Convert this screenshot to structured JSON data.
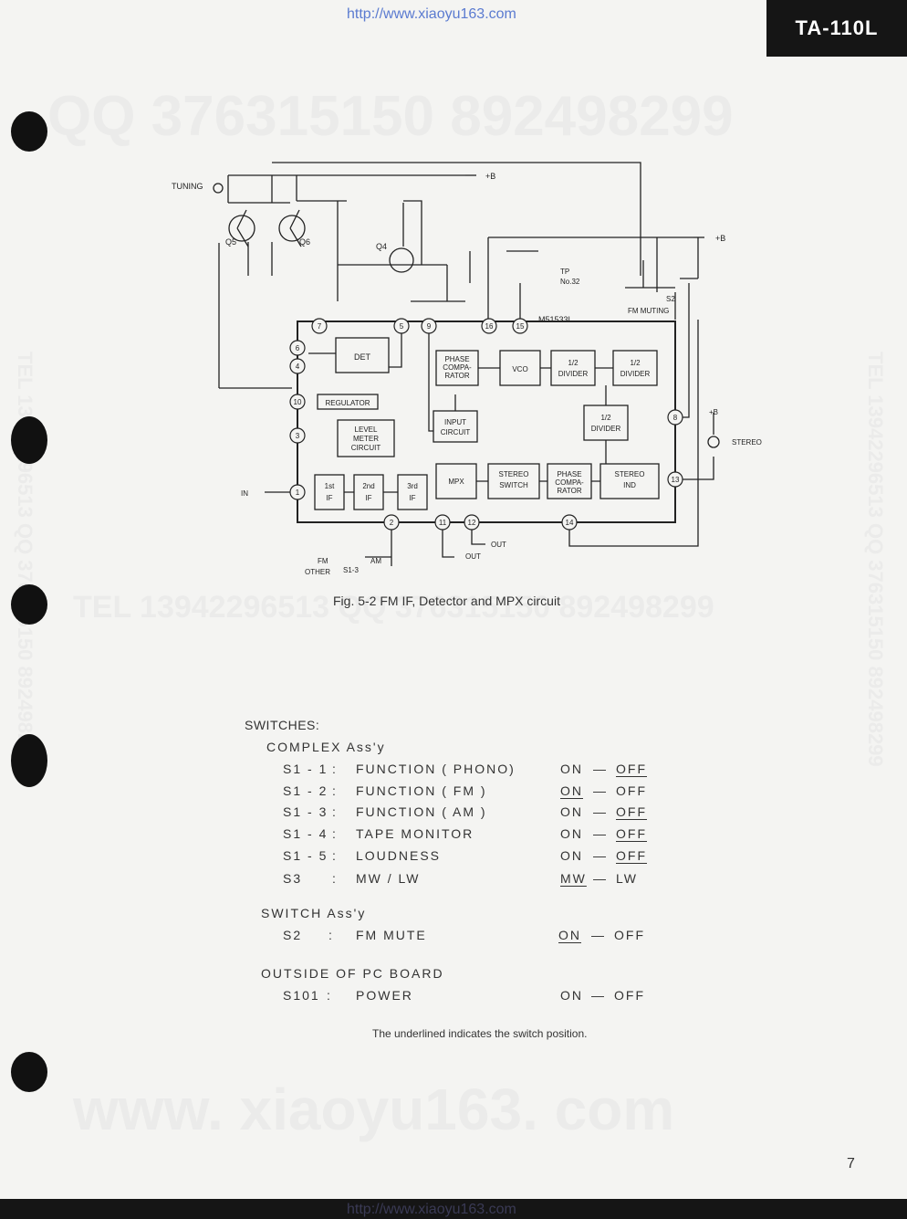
{
  "header": {
    "url": "http://www.xiaoyu163.com",
    "model": "TA-110L"
  },
  "watermarks": {
    "qq": "QQ 376315150    892498299",
    "tel": "TEL  13942296513      QQ  376315150  892498299",
    "site": "www. xiaoyu163. com",
    "vertical": "TEL 13942296513  QQ 376315150  892498299"
  },
  "circuit": {
    "chip": "M51533L",
    "labels": {
      "tuning": "TUNING",
      "q5": "Q5",
      "q6": "Q6",
      "q4": "Q4",
      "plus_b": "+B",
      "tp": "TP",
      "tp_no": "No.32",
      "s2": "S2",
      "fm_muting": "FM MUTING",
      "stereo": "STEREO",
      "in": "IN",
      "out": "OUT",
      "fm": "FM",
      "am": "AM",
      "other": "OTHER",
      "s1_3": "S1-3"
    },
    "blocks": {
      "det": "DET",
      "regulator": "REGULATOR",
      "level1": "LEVEL",
      "level2": "METER",
      "level3": "CIRCUIT",
      "if1a": "1st",
      "if1b": "IF",
      "if2a": "2nd",
      "if2b": "IF",
      "if3a": "3rd",
      "if3b": "IF",
      "mpx": "MPX",
      "ss1": "STEREO",
      "ss2": "SWITCH",
      "pcb1": "PHASE",
      "pcb2": "COMPA-",
      "pcb3": "RATOR",
      "sind1": "STEREO",
      "sind2": "IND",
      "input1": "INPUT",
      "input2": "CIRCUIT",
      "pca1": "PHASE",
      "pca2": "COMPA-",
      "pca3": "RATOR",
      "vco": "VCO",
      "div": "1/2",
      "divider": "DIVIDER"
    },
    "pins": [
      "1",
      "2",
      "3",
      "4",
      "5",
      "6",
      "7",
      "8",
      "9",
      "10",
      "11",
      "12",
      "13",
      "14",
      "15",
      "16"
    ]
  },
  "figure": {
    "caption": "Fig. 5-2     FM IF, Detector and MPX circuit"
  },
  "switches": {
    "title": "SWITCHES:",
    "complex": {
      "heading": "COMPLEX  Ass'y",
      "rows": [
        {
          "id": "S1 - 1",
          "sep": ":",
          "fn": "FUNCTION ( PHONO)",
          "on": "ON",
          "dash": "—",
          "off": "OFF"
        },
        {
          "id": "S1 - 2",
          "sep": ":",
          "fn": "FUNCTION  ( FM )",
          "on": "ON",
          "dash": "—",
          "off": "OFF"
        },
        {
          "id": "S1 - 3",
          "sep": ":",
          "fn": "FUNCTION  ( AM )",
          "on": "ON",
          "dash": "—",
          "off": "OFF"
        },
        {
          "id": "S1 - 4",
          "sep": ":",
          "fn": "TAPE MONITOR",
          "on": "ON",
          "dash": "—",
          "off": "OFF"
        },
        {
          "id": "S1 - 5",
          "sep": ":",
          "fn": "LOUDNESS",
          "on": "ON",
          "dash": "—",
          "off": "OFF"
        },
        {
          "id": "S3",
          "sep": ":",
          "fn": "MW / LW",
          "on": "MW",
          "dash": "—",
          "off": "LW"
        }
      ]
    },
    "switch_assy": {
      "heading": "SWITCH  Ass'y",
      "rows": [
        {
          "id": "S2",
          "sep": ":",
          "fn": "FM  MUTE",
          "on": "ON",
          "dash": "—",
          "off": "OFF"
        }
      ]
    },
    "outside": {
      "heading": "OUTSIDE  OF  PC  BOARD",
      "rows": [
        {
          "id": "S101",
          "sep": ":",
          "fn": "POWER",
          "on": "ON",
          "dash": "—",
          "off": "OFF"
        }
      ]
    },
    "note": "The underlined  indicates the switch position."
  },
  "page_number": "7",
  "footer": {
    "url": "http://www.xiaoyu163.com"
  }
}
